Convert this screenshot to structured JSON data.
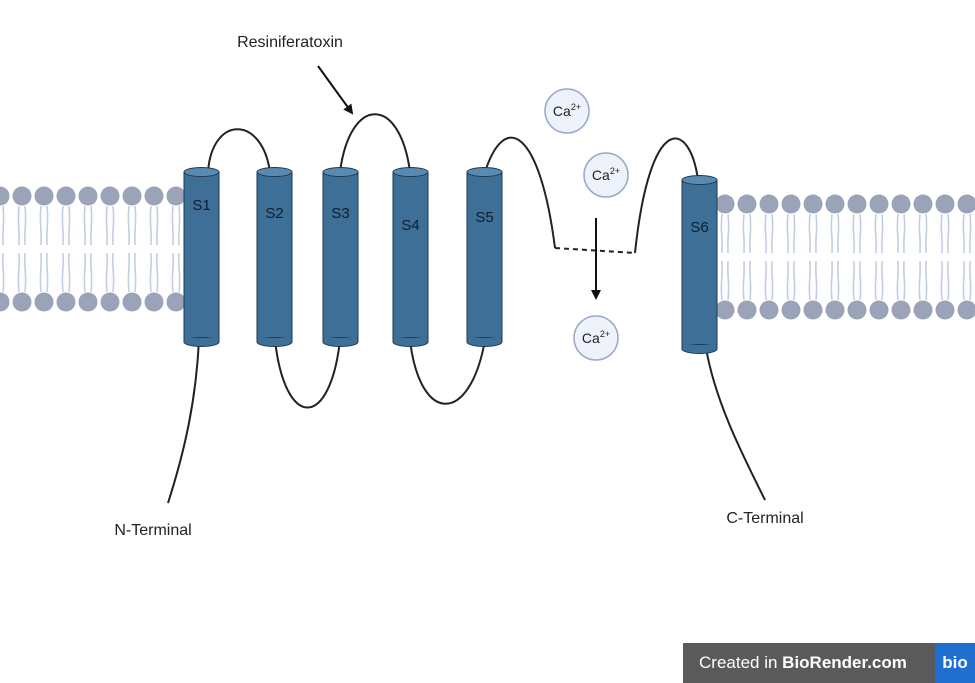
{
  "labels": {
    "toxin": "Resiniferatoxin",
    "n_terminal": "N-Terminal",
    "c_terminal": "C-Terminal"
  },
  "segments": [
    "S1",
    "S2",
    "S3",
    "S4",
    "S5",
    "S6"
  ],
  "ions": [
    {
      "base": "Ca",
      "charge": "2+"
    },
    {
      "base": "Ca",
      "charge": "2+"
    },
    {
      "base": "Ca",
      "charge": "2+"
    }
  ],
  "badge": {
    "prefix": "Created in ",
    "brand": "BioRender.com",
    "logo": "bio"
  },
  "colors": {
    "helix": "#3e6f96",
    "helix_top": "#5a8ab0",
    "lipid_head": "#9aa3b8",
    "lipid_tail": "#c3cee3",
    "ion_fill": "#eef2fa",
    "ion_stroke": "#9aa8c8",
    "badge_bg": "#5a5a5a",
    "badge_logo": "#1f6fd1"
  }
}
